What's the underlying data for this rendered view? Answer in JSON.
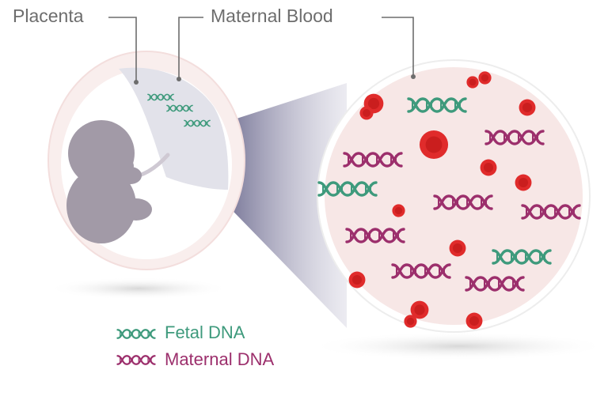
{
  "callouts": {
    "placenta": "Placenta",
    "maternal_blood": "Maternal Blood"
  },
  "legend": {
    "fetal": {
      "label": "Fetal DNA",
      "color": "#3e9a7c"
    },
    "maternal": {
      "label": "Maternal DNA",
      "color": "#9c2f6c"
    }
  },
  "colors": {
    "blood_cell": "#e02b2b",
    "blood_background": "#f7e7e6",
    "uterus": "#f4e3e1",
    "placenta": "#e2e2ea",
    "fetus": "#a29aa7",
    "callout_line": "#6d6d6d"
  },
  "icons": {
    "fetal_dna": "dna-double-helix-icon",
    "maternal_dna": "dna-double-helix-icon",
    "blood_cell": "red-blood-cell-icon",
    "fetus": "fetus-icon"
  }
}
